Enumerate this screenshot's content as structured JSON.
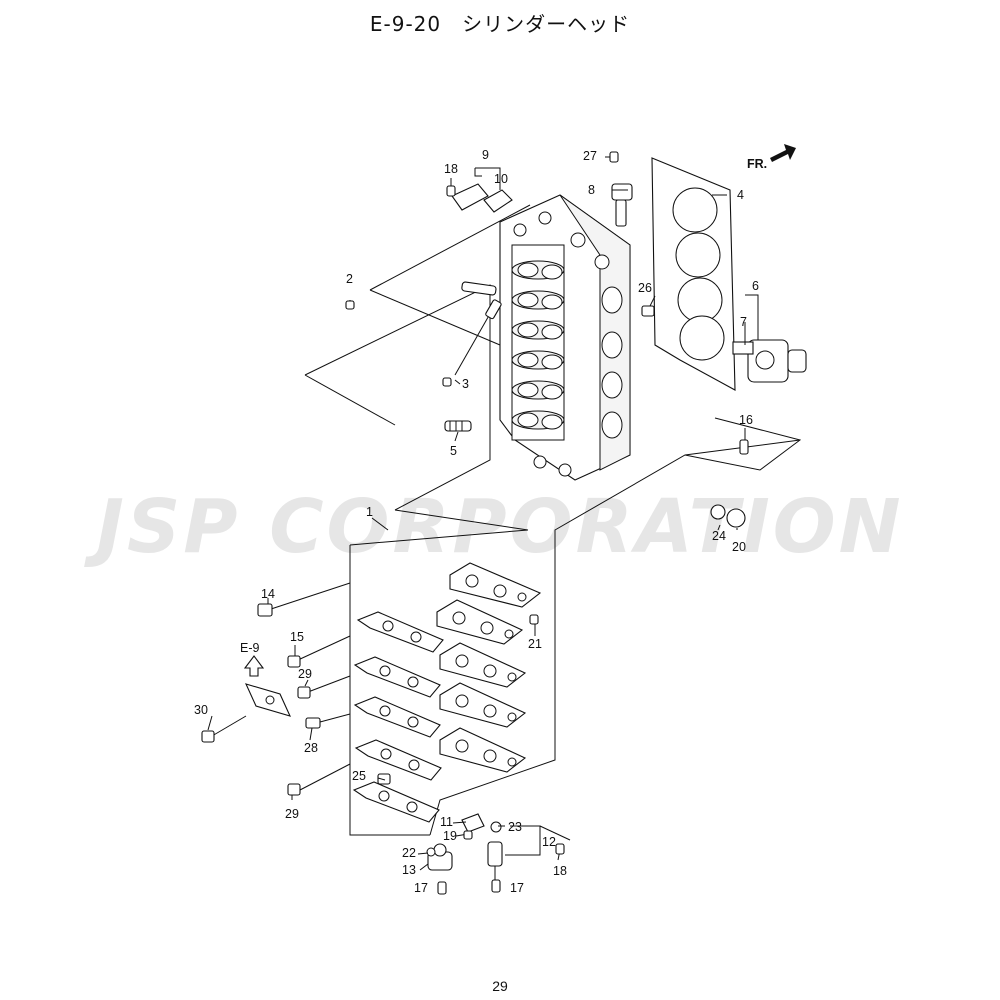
{
  "header": {
    "title": "E-9-20　シリンダーヘッド"
  },
  "footer": {
    "page_number": "29"
  },
  "watermark": {
    "text": "JSP CORPORATION"
  },
  "direction": {
    "label": "FR."
  },
  "reference": {
    "label": "E-9"
  },
  "callouts": {
    "c1": "1",
    "c2": "2",
    "c3": "3",
    "c4": "4",
    "c5": "5",
    "c6": "6",
    "c7": "7",
    "c8": "8",
    "c9": "9",
    "c10": "10",
    "c11": "11",
    "c12": "12",
    "c13": "13",
    "c14": "14",
    "c15": "15",
    "c16": "16",
    "c17a": "17",
    "c17b": "17",
    "c18a": "18",
    "c18b": "18",
    "c19": "19",
    "c20": "20",
    "c21": "21",
    "c22": "22",
    "c23": "23",
    "c24": "24",
    "c25": "25",
    "c26": "26",
    "c27": "27",
    "c28": "28",
    "c29a": "29",
    "c29b": "29",
    "c30": "30"
  }
}
